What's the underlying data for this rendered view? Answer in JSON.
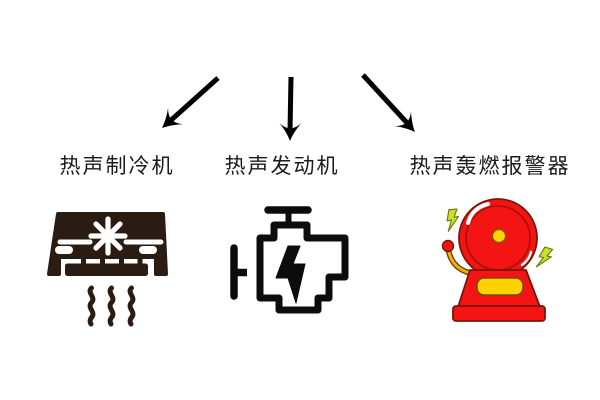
{
  "diagram": {
    "branches": [
      {
        "id": "refrigerator",
        "label": "热声制冷机",
        "icon": "air-conditioner-icon"
      },
      {
        "id": "engine",
        "label": "热声发动机",
        "icon": "engine-icon"
      },
      {
        "id": "alarm",
        "label": "热声轰燃报警器",
        "icon": "alarm-bell-icon"
      }
    ],
    "arrows": [
      {
        "direction": "down-left"
      },
      {
        "direction": "down"
      },
      {
        "direction": "down-right"
      }
    ]
  },
  "colors": {
    "background": "#ffffff",
    "label_text": "#1b1b1b",
    "arrow": "#000000",
    "ac_icon": "#2a1c12",
    "engine_icon": "#0c0c0c",
    "bell_red": "#f41414",
    "bell_dark_outline": "#7a1408",
    "bell_yellow": "#ffd200",
    "striker_yellow": "#efaf04",
    "lightning_green": "#cde32b",
    "lightning_outline": "#6e7d0a"
  }
}
